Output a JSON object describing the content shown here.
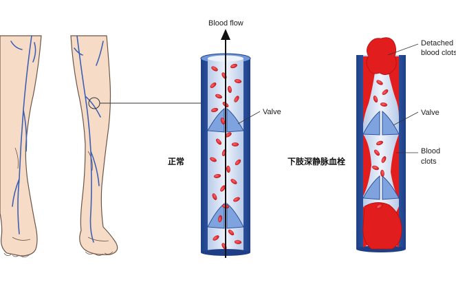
{
  "labels": {
    "blood_flow": "Blood flow",
    "valve_normal": "Valve",
    "valve_clot": "Valve",
    "detached_line1": "Detached",
    "detached_line2": "blood clots",
    "clots_line1": "Blood",
    "clots_line2": "clots",
    "normal_cn": "正常",
    "dvt_cn": "下肢深静脉血栓"
  },
  "colors": {
    "skin": "#f6dcc6",
    "skin_outline": "#6b5346",
    "vein": "#3d5fb3",
    "vessel_wall": "#2f5aa8",
    "vessel_lumen": "#d9e4f4",
    "blood_cell": "#e4232a",
    "clot": "#e11d1d"
  }
}
